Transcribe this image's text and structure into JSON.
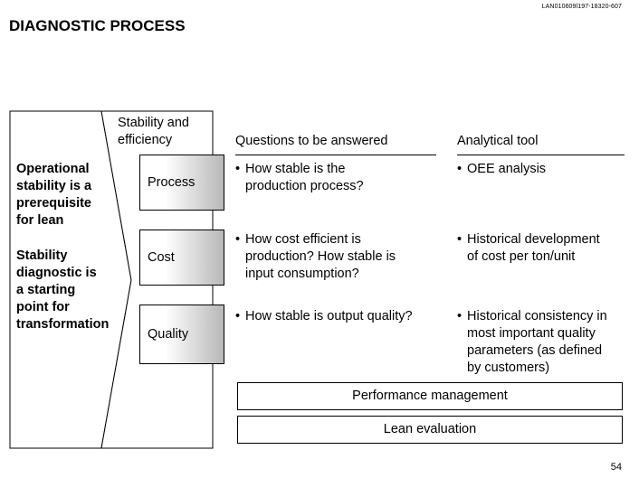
{
  "header": {
    "doc_id": "LAN010609l197-18320-607",
    "title": "DIAGNOSTIC PROCESS"
  },
  "left_panel": {
    "statement_1": [
      "Operational",
      "stability is a",
      "prerequisite",
      "for lean"
    ],
    "statement_2": [
      "Stability",
      "diagnostic is",
      "a starting",
      "point for",
      "transformation"
    ]
  },
  "stability": {
    "heading": [
      "Stability and",
      "efficiency"
    ],
    "items": [
      "Process",
      "Cost",
      "Quality"
    ]
  },
  "columns": {
    "questions_header": "Questions to be answered",
    "tools_header": "Analytical tool"
  },
  "rows": [
    {
      "question": [
        "How stable is the",
        "production process?"
      ],
      "tool": [
        "OEE analysis"
      ]
    },
    {
      "question": [
        "How cost efficient is",
        "production? How stable is",
        "input consumption?"
      ],
      "tool": [
        "Historical development",
        "of cost per ton/unit"
      ]
    },
    {
      "question": [
        "How stable is output quality?"
      ],
      "tool": [
        "Historical consistency in",
        "most important quality",
        "parameters (as defined",
        "by customers)"
      ]
    }
  ],
  "bars": {
    "performance": "Performance management",
    "lean": "Lean evaluation"
  },
  "footer": {
    "page_number": "54"
  }
}
